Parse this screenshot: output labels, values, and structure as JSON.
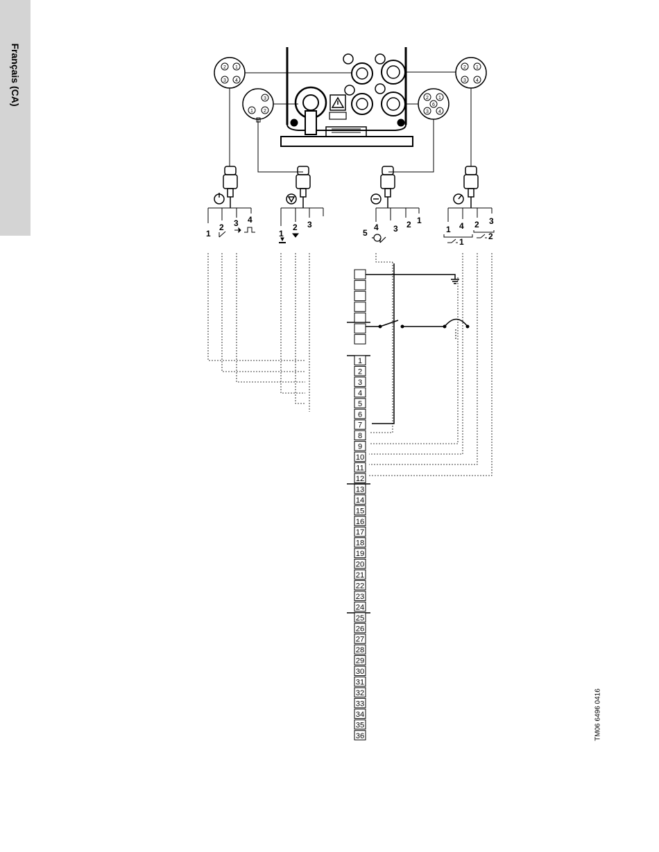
{
  "header": {
    "language_tab": "Français (CA)"
  },
  "footer": {
    "doc_code": "TM06 6496 0416"
  },
  "connectors": [
    {
      "id": "c1",
      "symbol": "power-on-icon",
      "pins": [
        "1",
        "2",
        "3",
        "4"
      ]
    },
    {
      "id": "c2",
      "symbol": "pump-icon",
      "pins": [
        "1",
        "2",
        "3"
      ]
    },
    {
      "id": "c3",
      "symbol": "thermostat-icon",
      "pins": [
        "5",
        "4",
        "3",
        "2",
        "1"
      ]
    },
    {
      "id": "c4",
      "symbol": "pressure-gauge-icon",
      "pins": [
        "1",
        "4",
        "2",
        "3"
      ],
      "switch_labels": [
        "1",
        "2"
      ]
    }
  ],
  "socket_pins": {
    "left_top": [
      "2",
      "1",
      "3",
      "4"
    ],
    "left_bottom": [
      "3",
      "1",
      "2"
    ],
    "right_bottom": [
      "2",
      "1",
      "6",
      "3",
      "4"
    ],
    "right_top": [
      "2",
      "1",
      "3",
      "4"
    ]
  },
  "terminal_block": {
    "numbered": [
      "1",
      "2",
      "3",
      "4",
      "5",
      "6",
      "7",
      "8",
      "9",
      "10",
      "11",
      "12",
      "13",
      "14",
      "15",
      "16",
      "17",
      "18",
      "19",
      "20",
      "21",
      "22",
      "23",
      "24",
      "25",
      "26",
      "27",
      "28",
      "29",
      "30",
      "31",
      "32",
      "33",
      "34",
      "35",
      "36"
    ],
    "blank_count": 7
  },
  "colors": {
    "line": "#000000",
    "tab_bg": "#d4d4d4"
  }
}
